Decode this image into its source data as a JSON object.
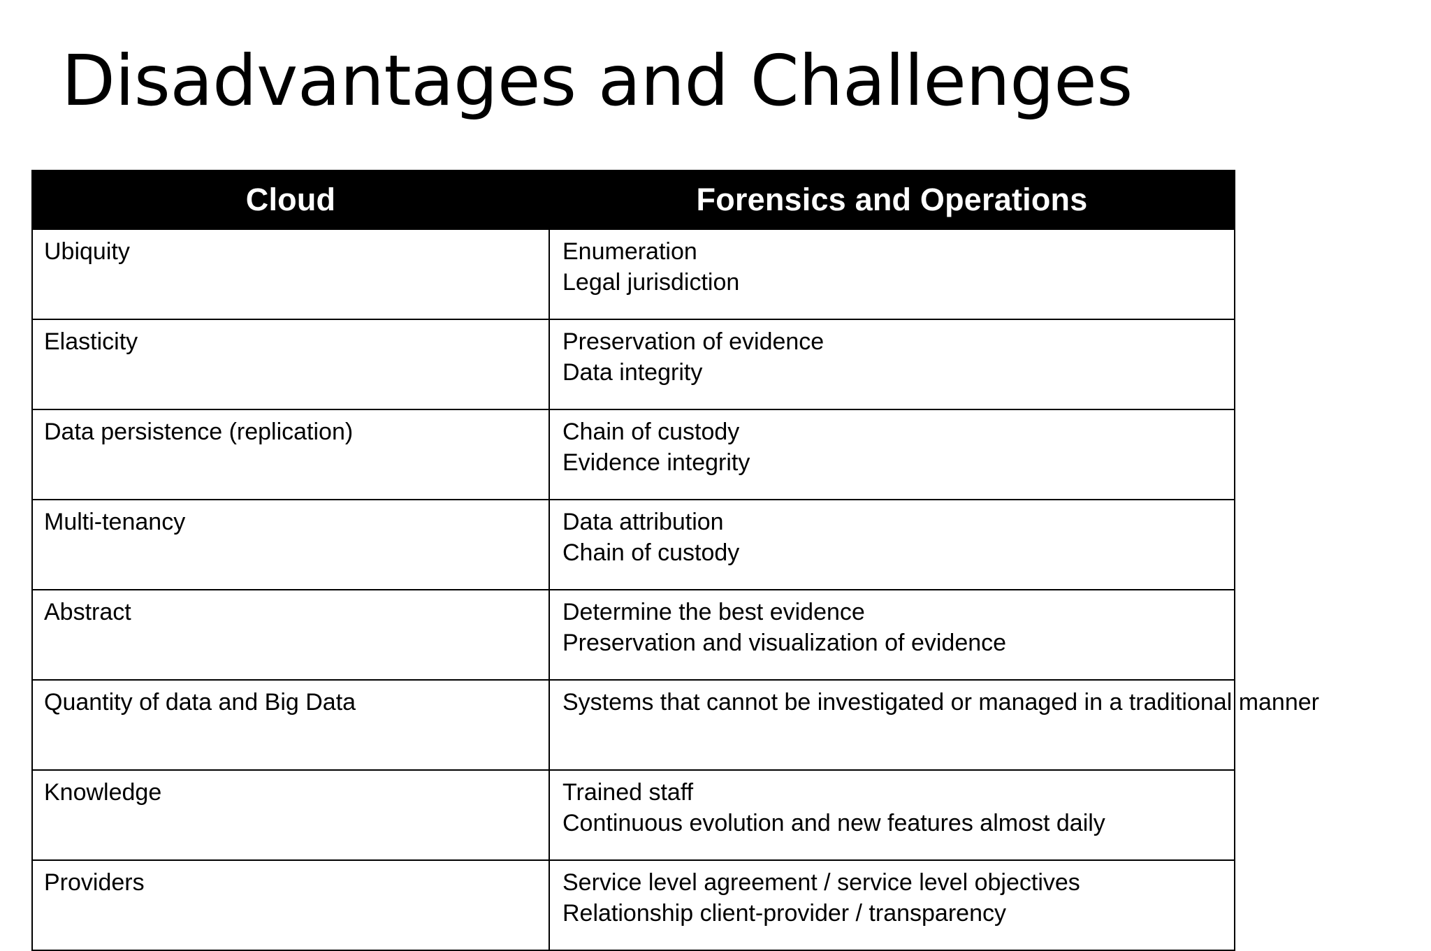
{
  "slide": {
    "title": "Disadvantages and Challenges",
    "background_color": "#ffffff",
    "text_color": "#000000"
  },
  "table": {
    "header_background": "#000000",
    "header_text_color": "#ffffff",
    "border_color": "#000000",
    "columns": [
      {
        "label": "Cloud"
      },
      {
        "label": "Forensics and Operations"
      }
    ],
    "rows": [
      {
        "cloud": "Ubiquity",
        "forensics": [
          "Enumeration",
          "Legal jurisdiction"
        ]
      },
      {
        "cloud": "Elasticity",
        "forensics": [
          "Preservation of evidence",
          "Data integrity"
        ]
      },
      {
        "cloud": "Data persistence (replication)",
        "forensics": [
          "Chain of custody",
          "Evidence integrity"
        ]
      },
      {
        "cloud": "Multi-tenancy",
        "forensics": [
          "Data attribution",
          "Chain of custody"
        ]
      },
      {
        "cloud": "Abstract",
        "forensics": [
          "Determine the best evidence",
          "Preservation and visualization of evidence"
        ]
      },
      {
        "cloud": "Quantity of data and Big Data",
        "forensics": [
          "Systems that cannot be investigated or managed in a traditional manner"
        ]
      },
      {
        "cloud": "Knowledge",
        "forensics": [
          "Trained staff",
          "Continuous evolution and new features almost daily"
        ]
      },
      {
        "cloud": "Providers",
        "forensics": [
          "Service level agreement / service level objectives",
          "Relationship client-provider / transparency"
        ]
      }
    ]
  }
}
